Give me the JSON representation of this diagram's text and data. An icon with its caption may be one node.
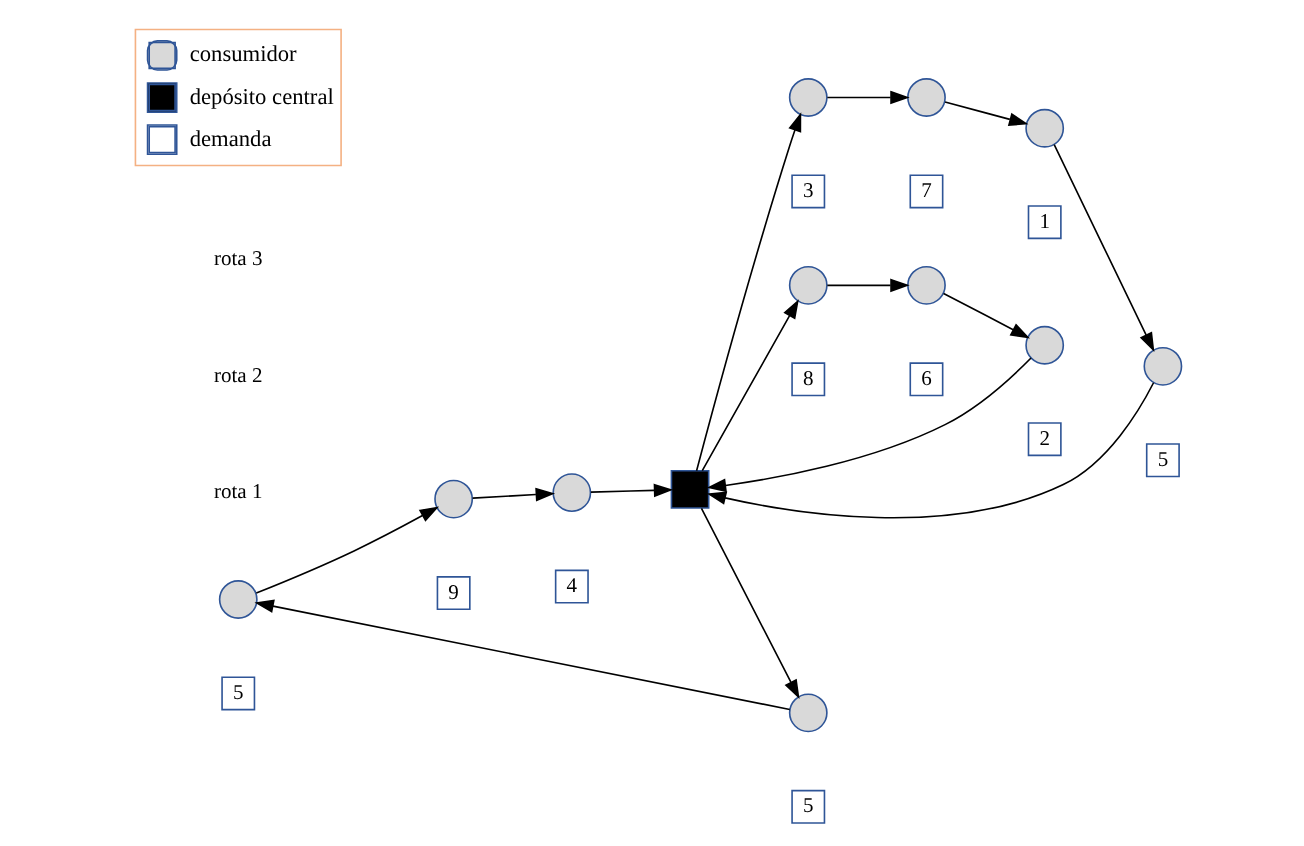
{
  "diagram": {
    "nodes": [
      {
        "text": [],
        "shape": "circle",
        "beside": [
          "5"
        ]
      },
      {
        "text": [],
        "shape": "circle",
        "beside": [
          "5"
        ]
      },
      {
        "text": [],
        "shape": "circle",
        "beside": [
          "9"
        ]
      },
      {
        "text": [],
        "shape": "box"
      },
      {
        "text": [],
        "shape": "circle",
        "beside": [
          "3"
        ]
      },
      {
        "text": [],
        "shape": "circle",
        "beside": [
          "4"
        ]
      },
      {
        "text": [],
        "shape": "circle",
        "beside": [
          "2"
        ]
      },
      {
        "text": [],
        "shape": "circle",
        "beside": [
          "8"
        ]
      },
      {
        "text": [],
        "shape": "circle",
        "beside": [
          "5"
        ]
      },
      {
        "text": [],
        "shape": "circle",
        "beside": [
          "7"
        ]
      },
      {
        "text": [],
        "shape": "circle",
        "beside": [
          "1"
        ]
      },
      {
        "text": [],
        "shape": "circle",
        "beside": [
          "6"
        ]
      }
    ],
    "edges": [
      {
        "from": 3,
        "to": 1,
        "arrow": "to"
      },
      {
        "from": 1,
        "to": 0,
        "arrow": "to"
      },
      {
        "from": 0,
        "to": 2,
        "arrow": "to"
      },
      {
        "from": 2,
        "to": 5,
        "arrow": "to"
      },
      {
        "from": 5,
        "to": 3,
        "arrow": "to"
      },
      {
        "from": 3,
        "to": 4,
        "arrow": "to"
      },
      {
        "from": 4,
        "to": 9,
        "arrow": "to"
      },
      {
        "from": 9,
        "to": 10,
        "arrow": "to"
      },
      {
        "from": 10,
        "to": 8,
        "arrow": "to"
      },
      {
        "from": 8,
        "to": 3,
        "arrow": "to"
      },
      {
        "from": 3,
        "to": 7,
        "arrow": "to"
      },
      {
        "from": 7,
        "to": 11,
        "arrow": "to"
      },
      {
        "from": 11,
        "to": 6,
        "arrow": "to"
      },
      {
        "from": 6,
        "to": 3,
        "arrow": "to"
      }
    ],
    "labels": [
      "rota 1",
      "rota 2",
      "rota 3"
    ],
    "legend": [
      {
        "text": "consumidor"
      },
      {
        "text": "depósito central"
      },
      {
        "text": "demanda"
      }
    ]
  }
}
